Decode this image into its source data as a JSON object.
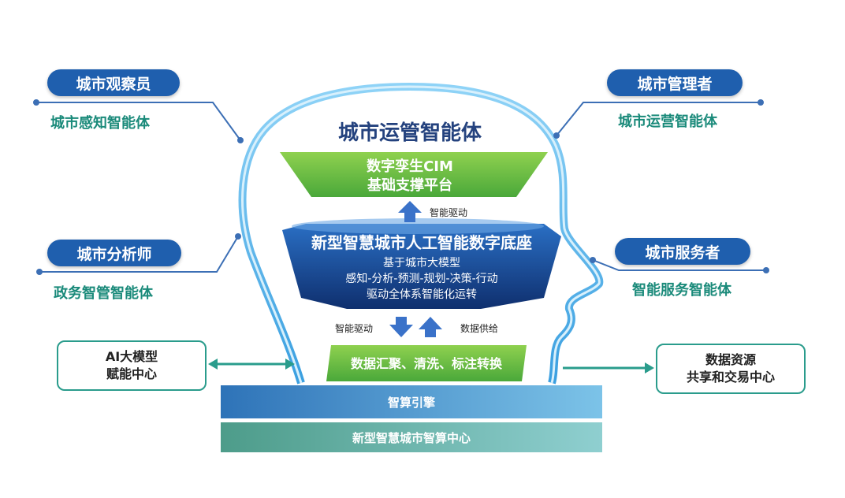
{
  "center": {
    "title": "城市运管智能体",
    "cim_line1": "数字孪生CIM",
    "cim_line2": "基础支撑平台",
    "label_drive_top": "智能驱动",
    "base_title": "新型智慧城市人工智能数字底座",
    "base_line1": "基于城市大模型",
    "base_line2": "感知-分析-预测-规划-决策-行动",
    "base_line3": "驱动全体系智能化运转",
    "label_drive_bottom": "智能驱动",
    "label_supply": "数据供给",
    "data_band": "数据汇聚、清洗、标注转换",
    "bar1": "智算引擎",
    "bar2": "新型智慧城市智算中心"
  },
  "roles": {
    "observer": {
      "title": "城市观察员",
      "agent": "城市感知智能体"
    },
    "manager": {
      "title": "城市管理者",
      "agent": "城市运营智能体"
    },
    "analyst": {
      "title": "城市分析师",
      "agent": "政务智管智能体"
    },
    "servant": {
      "title": "城市服务者",
      "agent": "智能服务智能体"
    }
  },
  "boxes": {
    "ai_line1": "AI大模型",
    "ai_line2": "赋能中心",
    "data_line1": "数据资源",
    "data_line2": "共享和交易中心"
  },
  "colors": {
    "head_outline": "#5bb8ec",
    "pill": "#1f5fae",
    "agent_text": "#1a8a7a",
    "cim_green": "#6cbf3c",
    "base_blue": "#1c4f9a",
    "box_border": "#2a9c8c"
  }
}
